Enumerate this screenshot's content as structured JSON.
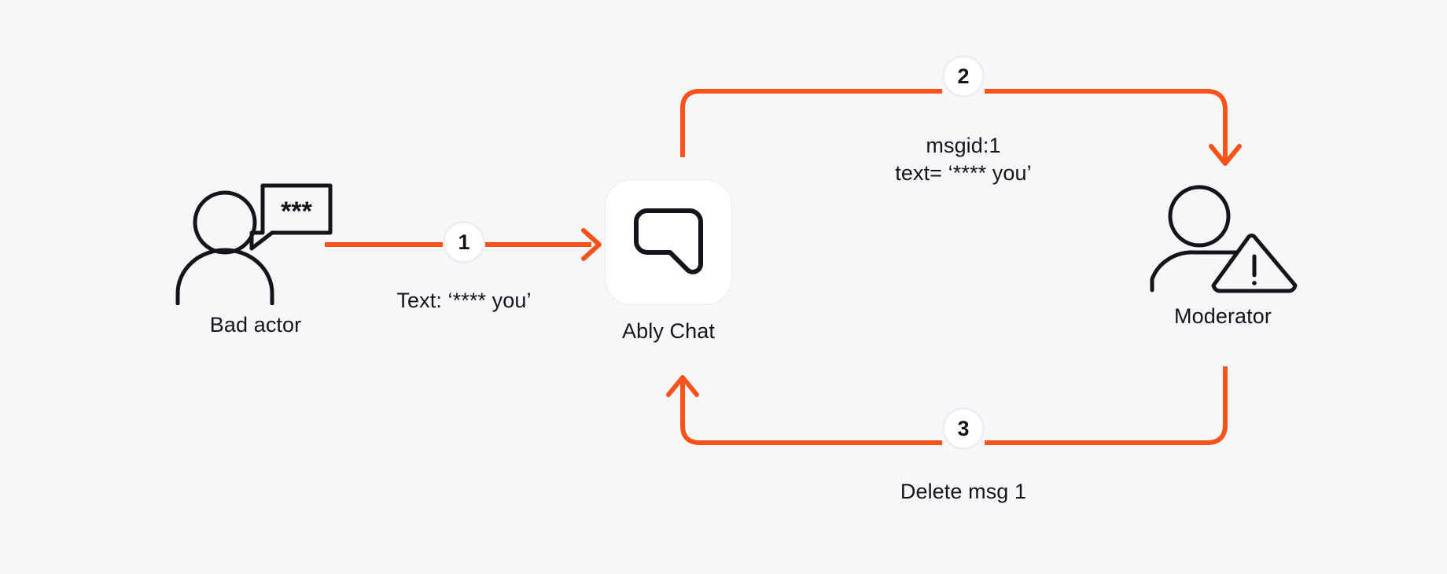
{
  "canvas": {
    "background_color": "#f6f7f9",
    "accent_color": "#f9531b",
    "ink_color": "#13141c"
  },
  "nodes": {
    "bad_actor": {
      "label": "Bad actor",
      "icon": "user-with-speech-bubble-icon",
      "bubble_text": "***"
    },
    "ably_chat": {
      "label": "Ably Chat",
      "icon": "chat-bubble-icon"
    },
    "moderator": {
      "label": "Moderator",
      "icon": "user-with-warning-icon"
    }
  },
  "steps": [
    {
      "number": "1",
      "label": "Text: ‘**** you’",
      "from": "bad_actor",
      "to": "ably_chat"
    },
    {
      "number": "2",
      "label": "msgid:1\ntext= ‘**** you’",
      "from": "ably_chat",
      "to": "moderator"
    },
    {
      "number": "3",
      "label": "Delete msg 1",
      "from": "moderator",
      "to": "ably_chat"
    }
  ]
}
